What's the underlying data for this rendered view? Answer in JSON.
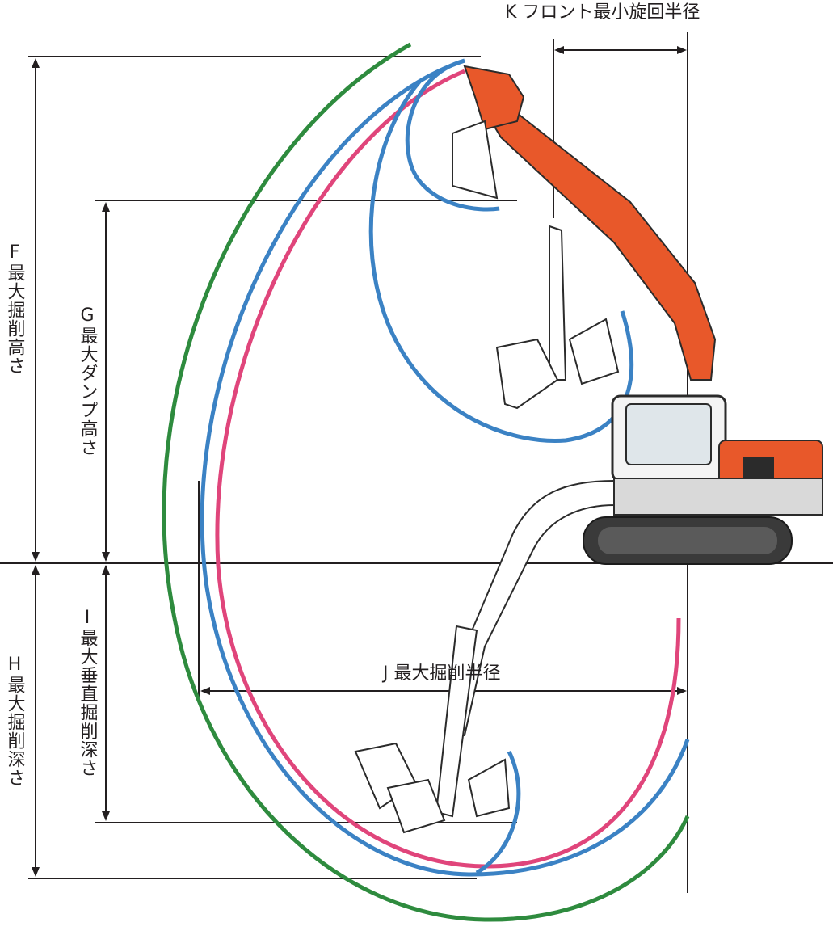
{
  "labels": {
    "k": "K フロント最小旋回半径",
    "f": "F最大掘削高さ",
    "g": "G最大ダンプ高さ",
    "h": "H最大掘削深さ",
    "i": "I最大垂直掘削深さ",
    "j": "J 最大掘削半径"
  },
  "colors": {
    "green_curve": "#2e8b3e",
    "blue_curve": "#3b82c4",
    "pink_curve": "#e0457b",
    "machine_orange": "#e8582a",
    "machine_dark": "#2b2b2b",
    "line": "#231f20"
  }
}
